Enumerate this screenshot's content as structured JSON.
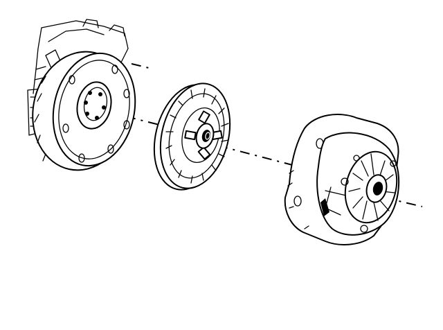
{
  "diagram": {
    "kind": "exploded-view",
    "parts": [
      {
        "id": "flywheel",
        "icon": "flywheel-icon"
      },
      {
        "id": "clutch-disc",
        "icon": "clutch-disc-icon"
      },
      {
        "id": "pressure-plate",
        "icon": "pressure-plate-icon"
      }
    ],
    "colors": {
      "ink": "#000000",
      "paper": "#ffffff"
    }
  }
}
